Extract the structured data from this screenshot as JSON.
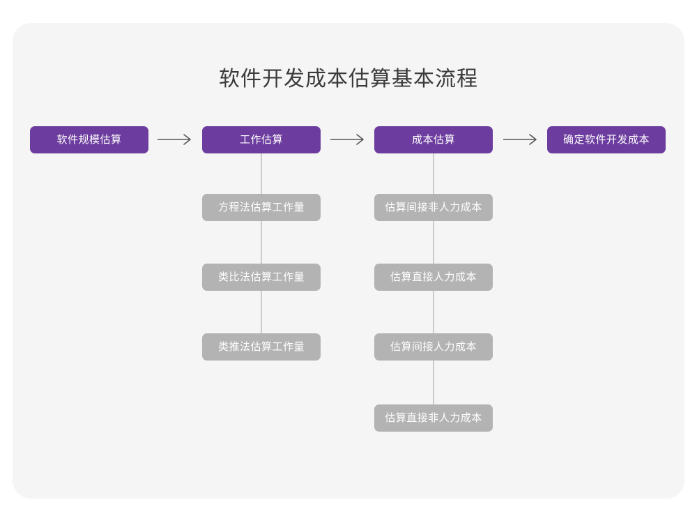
{
  "page": {
    "title": "软件开发成本估算基本流程",
    "background_color": "#ffffff",
    "card_color": "#f5f5f5",
    "primary_color": "#6c3d9e",
    "secondary_color": "#b3b3b3",
    "connector_color": "#cccccc",
    "title_color": "#3a3a3a"
  },
  "flow": {
    "main_steps": [
      {
        "id": "step-1",
        "label": "软件规模估算"
      },
      {
        "id": "step-2",
        "label": "工作估算"
      },
      {
        "id": "step-3",
        "label": "成本估算"
      },
      {
        "id": "step-4",
        "label": "确定软件开发成本"
      }
    ],
    "arrows": [
      {
        "id": "arrow-1",
        "glyph": "right-arrow"
      },
      {
        "id": "arrow-2",
        "glyph": "right-arrow"
      },
      {
        "id": "arrow-3",
        "glyph": "right-arrow"
      }
    ],
    "branches": [
      {
        "parent": "工作估算",
        "items": [
          "方程法估算工作量",
          "类比法估算工作量",
          "类推法估算工作量"
        ]
      },
      {
        "parent": "成本估算",
        "items": [
          "估算间接非人力成本",
          "估算直接人力成本",
          "估算间接人力成本",
          "估算直接非人力成本"
        ]
      }
    ]
  }
}
